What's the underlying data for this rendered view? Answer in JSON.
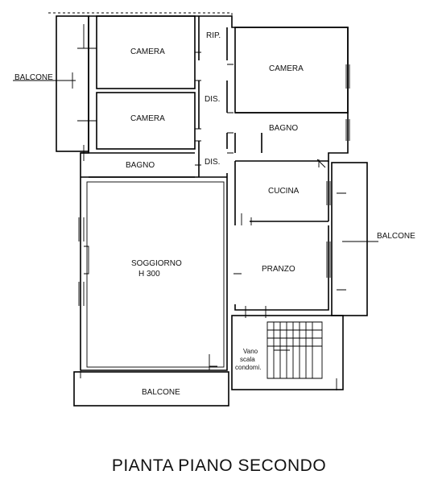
{
  "plan": {
    "title": "PIANTA PIANO SECONDO",
    "rooms": {
      "camera_1": "CAMERA",
      "camera_2": "CAMERA",
      "camera_3": "CAMERA",
      "rip": "RIP.",
      "dis_1": "DIS.",
      "dis_2": "DIS.",
      "bagno_1": "BAGNO",
      "bagno_2": "BAGNO",
      "cucina": "CUCINA",
      "pranzo": "PRANZO",
      "soggiorno": "SOGGIORNO",
      "soggiorno_height": "H 300",
      "balcone_left": "BALCONE",
      "balcone_right": "BALCONE",
      "balcone_bottom": "BALCONE",
      "vano_line1": "Vano",
      "vano_line2": "scala",
      "vano_line3": "condomi."
    }
  }
}
